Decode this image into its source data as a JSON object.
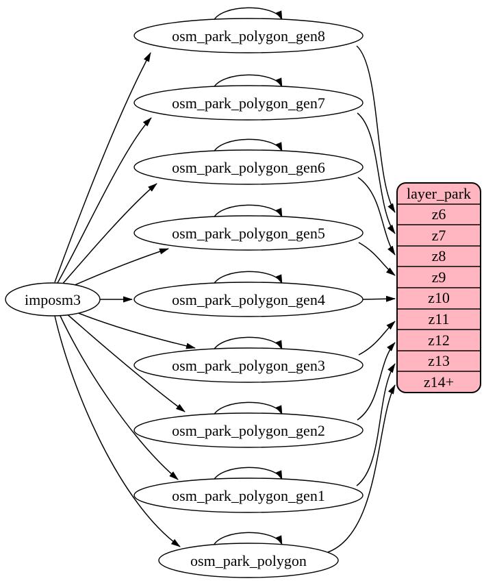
{
  "graph": {
    "source": {
      "label": "imposm3"
    },
    "nodes": [
      {
        "id": "osm_park_polygon_gen8",
        "label": "osm_park_polygon_gen8"
      },
      {
        "id": "osm_park_polygon_gen7",
        "label": "osm_park_polygon_gen7"
      },
      {
        "id": "osm_park_polygon_gen6",
        "label": "osm_park_polygon_gen6"
      },
      {
        "id": "osm_park_polygon_gen5",
        "label": "osm_park_polygon_gen5"
      },
      {
        "id": "osm_park_polygon_gen4",
        "label": "osm_park_polygon_gen4"
      },
      {
        "id": "osm_park_polygon_gen3",
        "label": "osm_park_polygon_gen3"
      },
      {
        "id": "osm_park_polygon_gen2",
        "label": "osm_park_polygon_gen2"
      },
      {
        "id": "osm_park_polygon_gen1",
        "label": "osm_park_polygon_gen1"
      },
      {
        "id": "osm_park_polygon",
        "label": "osm_park_polygon"
      }
    ],
    "layer_table": {
      "header": "layer_park",
      "rows": [
        "z6",
        "z7",
        "z8",
        "z9",
        "z10",
        "z11",
        "z12",
        "z13",
        "z14+"
      ]
    },
    "edges": {
      "from_source": [
        "osm_park_polygon_gen8",
        "osm_park_polygon_gen7",
        "osm_park_polygon_gen6",
        "osm_park_polygon_gen5",
        "osm_park_polygon_gen4",
        "osm_park_polygon_gen3",
        "osm_park_polygon_gen2",
        "osm_park_polygon_gen1",
        "osm_park_polygon"
      ],
      "self_loops": [
        "osm_park_polygon_gen8",
        "osm_park_polygon_gen7",
        "osm_park_polygon_gen6",
        "osm_park_polygon_gen5",
        "osm_park_polygon_gen4",
        "osm_park_polygon_gen3",
        "osm_park_polygon_gen2",
        "osm_park_polygon_gen1",
        "osm_park_polygon"
      ],
      "to_layer": [
        {
          "from": "osm_park_polygon_gen8",
          "row": "z6"
        },
        {
          "from": "osm_park_polygon_gen7",
          "row": "z7"
        },
        {
          "from": "osm_park_polygon_gen6",
          "row": "z8"
        },
        {
          "from": "osm_park_polygon_gen5",
          "row": "z9"
        },
        {
          "from": "osm_park_polygon_gen4",
          "row": "z10"
        },
        {
          "from": "osm_park_polygon_gen3",
          "row": "z11"
        },
        {
          "from": "osm_park_polygon_gen2",
          "row": "z12"
        },
        {
          "from": "osm_park_polygon_gen1",
          "row": "z13"
        },
        {
          "from": "osm_park_polygon",
          "row": "z14+"
        }
      ]
    },
    "colors": {
      "table_fill": "#ffb6c1",
      "node_fill": "#ffffff",
      "stroke": "#000000",
      "background": "#ffffff"
    }
  }
}
